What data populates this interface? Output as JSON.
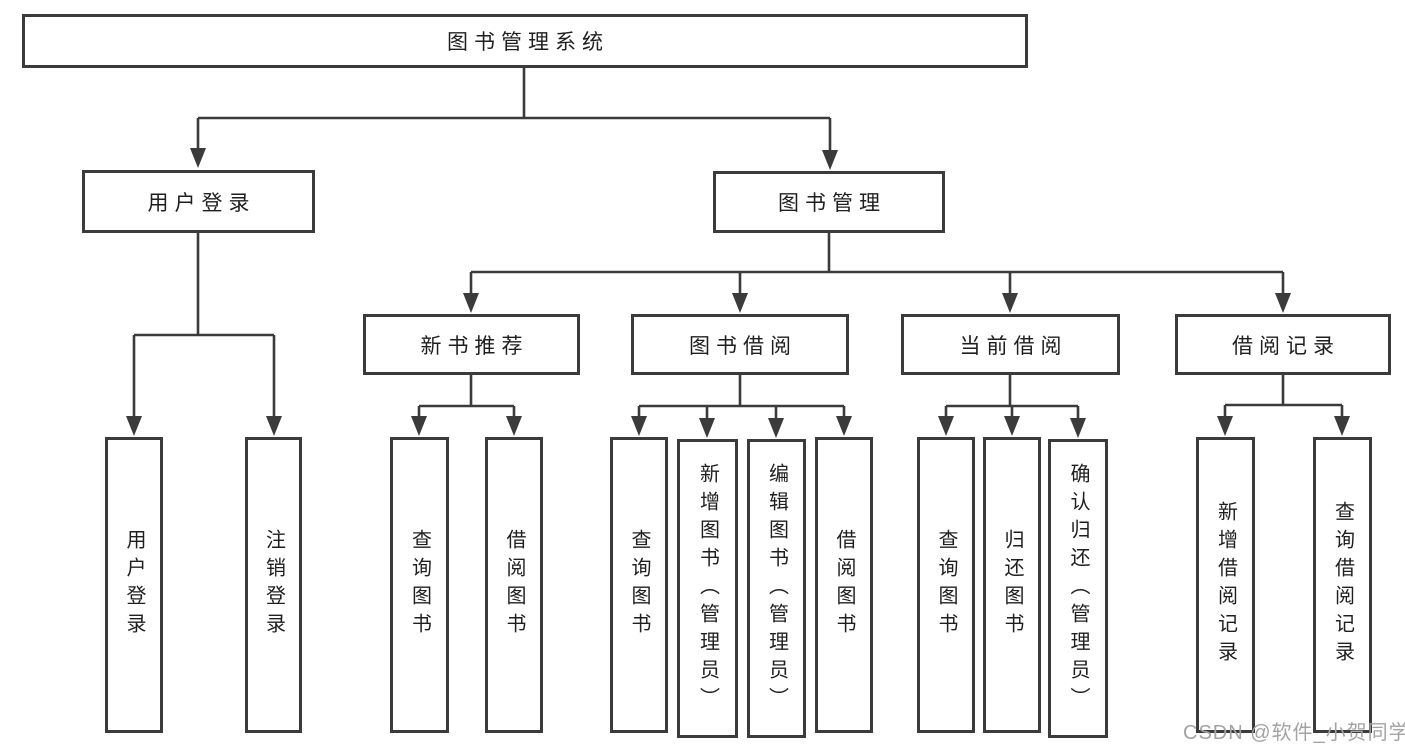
{
  "colors": {
    "background": "#ffffff",
    "line": "#3b3b3b",
    "box_border": "#3b3b3b",
    "text": "#1f1f1f",
    "watermark": "#a3a3a3"
  },
  "tree": {
    "root": {
      "label": "图书管理系统",
      "children": [
        {
          "label": "用户登录",
          "children": [
            {
              "label": "用户登录"
            },
            {
              "label": "注销登录"
            }
          ]
        },
        {
          "label": "图书管理",
          "children": [
            {
              "label": "新书推荐",
              "children": [
                {
                  "label": "查询图书"
                },
                {
                  "label": "借阅图书"
                }
              ]
            },
            {
              "label": "图书借阅",
              "children": [
                {
                  "label": "查询图书"
                },
                {
                  "label": "新增图书（管理员）"
                },
                {
                  "label": "编辑图书（管理员）"
                },
                {
                  "label": "借阅图书"
                }
              ]
            },
            {
              "label": "当前借阅",
              "children": [
                {
                  "label": "查询图书"
                },
                {
                  "label": "归还图书"
                },
                {
                  "label": "确认归还（管理员）"
                }
              ]
            },
            {
              "label": "借阅记录",
              "children": [
                {
                  "label": "新增借阅记录"
                },
                {
                  "label": "查询借阅记录"
                }
              ]
            }
          ]
        }
      ]
    }
  },
  "watermark": {
    "text": "CSDN @软件_小贺同学"
  }
}
